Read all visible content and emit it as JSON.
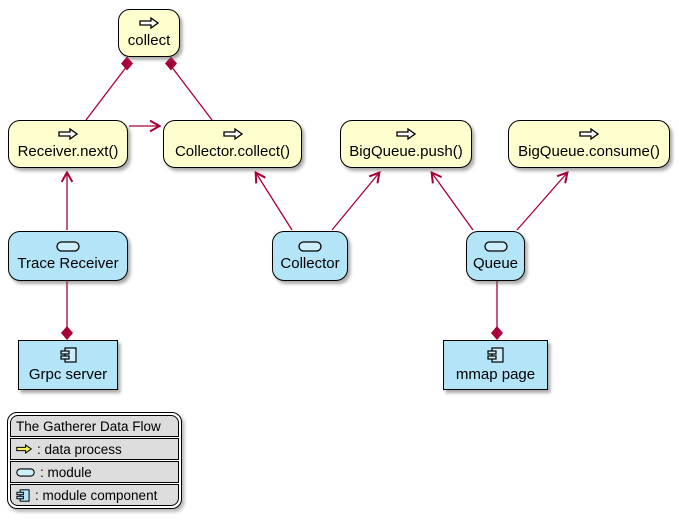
{
  "diagram": {
    "title": "The Gatherer Data Flow",
    "colors": {
      "accent": "#A80036",
      "border": "#000000",
      "process-fill": "#FEFECE",
      "module-fill": "#B3E4F7",
      "module-icon-fill": "#CDEFFB",
      "legend-cell": "#DDDDDD",
      "legend-yellow": "#F5F55A"
    },
    "nodes": {
      "collect": {
        "label": "collect",
        "type": "data process"
      },
      "receiver_next": {
        "label": "Receiver.next()",
        "type": "data process"
      },
      "collector_collect": {
        "label": "Collector.collect()",
        "type": "data process"
      },
      "bigqueue_push": {
        "label": "BigQueue.push()",
        "type": "data process"
      },
      "bigqueue_consume": {
        "label": "BigQueue.consume()",
        "type": "data process"
      },
      "trace_receiver": {
        "label": "Trace Receiver",
        "type": "module"
      },
      "collector": {
        "label": "Collector",
        "type": "module"
      },
      "queue": {
        "label": "Queue",
        "type": "module"
      },
      "grpc_server": {
        "label": "Grpc server",
        "type": "module component"
      },
      "mmap_page": {
        "label": "mmap page",
        "type": "module component"
      }
    },
    "edges": [
      {
        "from": "collect",
        "to": "Receiver.next()",
        "kind": "composition-diamond"
      },
      {
        "from": "collect",
        "to": "Collector.collect()",
        "kind": "composition-diamond"
      },
      {
        "from": "Receiver.next()",
        "to": "Collector.collect()",
        "kind": "arrow"
      },
      {
        "from": "Trace Receiver",
        "to": "Receiver.next()",
        "kind": "arrow"
      },
      {
        "from": "Collector",
        "to": "Collector.collect()",
        "kind": "arrow"
      },
      {
        "from": "Collector",
        "to": "BigQueue.push()",
        "kind": "arrow"
      },
      {
        "from": "Queue",
        "to": "BigQueue.push()",
        "kind": "arrow"
      },
      {
        "from": "Queue",
        "to": "BigQueue.consume()",
        "kind": "arrow"
      },
      {
        "from": "Trace Receiver",
        "to": "Grpc server",
        "kind": "composition-diamond"
      },
      {
        "from": "Queue",
        "to": "mmap page",
        "kind": "composition-diamond"
      }
    ],
    "legend": {
      "title": "The Gatherer Data Flow",
      "entries": [
        {
          "icon": "data-process-icon",
          "label": ": data process"
        },
        {
          "icon": "module-icon",
          "label": ": module"
        },
        {
          "icon": "module-component-icon",
          "label": ": module component"
        }
      ]
    }
  }
}
